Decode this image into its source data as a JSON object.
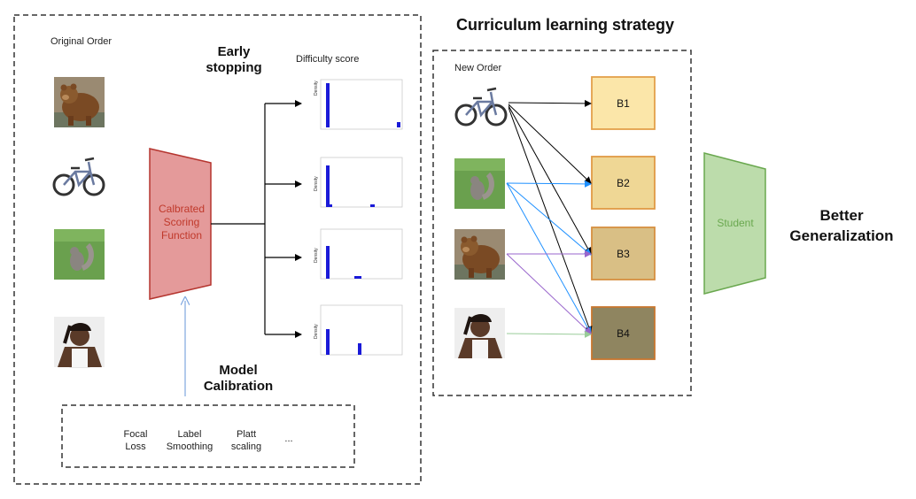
{
  "left_panel": {
    "original_order_label": "Original Order",
    "early_stopping_label": "Early\nstopping",
    "difficulty_score_label": "Difficulty score",
    "scoring_function_label": "Calbrated\nScoring\nFunction",
    "model_calibration_label": "Model\nCalibration",
    "calibration_methods": [
      {
        "label": "Focal\nLoss"
      },
      {
        "label": "Label\nSmoothing"
      },
      {
        "label": "Platt\nscaling"
      },
      {
        "label": "..."
      }
    ],
    "histogram_ylabel": "Density",
    "images": [
      {
        "icon": "bear-image"
      },
      {
        "icon": "bicycle-image"
      },
      {
        "icon": "squirrel-image"
      },
      {
        "icon": "person-image"
      }
    ]
  },
  "right_panel": {
    "title": "Curriculum learning strategy",
    "new_order_label": "New Order",
    "images": [
      {
        "icon": "bicycle-image"
      },
      {
        "icon": "squirrel-image"
      },
      {
        "icon": "bear-image"
      },
      {
        "icon": "person-image"
      }
    ],
    "buckets": [
      {
        "label": "B1",
        "fill": "#fbe6a9",
        "stroke": "#e3a04a"
      },
      {
        "label": "B2",
        "fill": "#efd795",
        "stroke": "#e09a45"
      },
      {
        "label": "B3",
        "fill": "#d9bf85",
        "stroke": "#d68f40"
      },
      {
        "label": "B4",
        "fill": "#8f8560",
        "stroke": "#c9772f"
      }
    ],
    "student_label": "Student",
    "better_generalization_label": "Better\nGeneralization"
  },
  "colors": {
    "scoring_fill": "#e49a9a",
    "scoring_stroke": "#b5352f",
    "scoring_text": "#c0392b",
    "student_fill": "#bcdcab",
    "student_stroke": "#6aa84f",
    "student_text": "#6aa84f",
    "calibration_arrow": "#7ea6e0",
    "bar_color": "#1a1ad8",
    "arrow_blue": "#1e90ff",
    "arrow_purple": "#9966cc",
    "arrow_green": "#99cc99"
  }
}
